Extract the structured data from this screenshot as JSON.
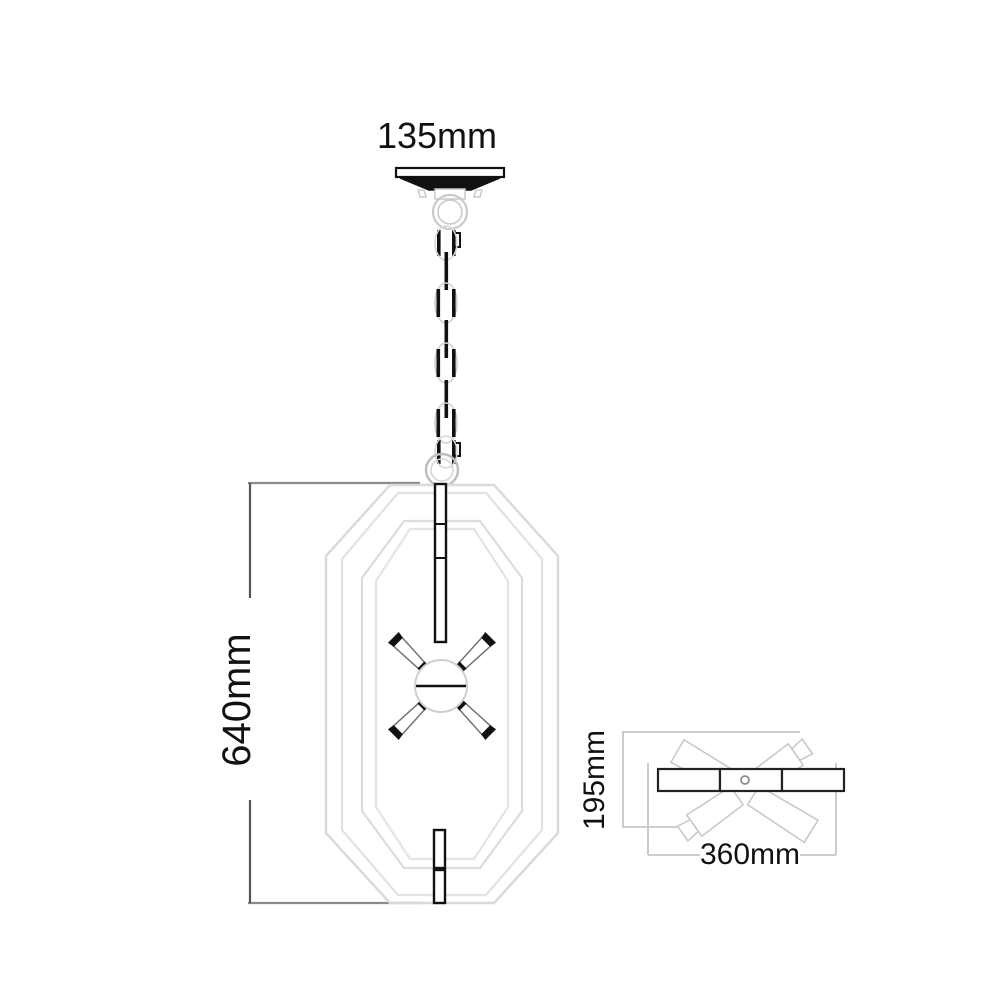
{
  "drawing": {
    "type": "technical-dimension-drawing",
    "subject": "octagonal-cage-pendant-light",
    "background_color": "#ffffff",
    "line_color_dark": "#111111",
    "line_color_mid": "#8a8a8a",
    "line_color_light": "#d0d0d0"
  },
  "dimensions": {
    "canopy_width": {
      "label": "135mm",
      "value": 135,
      "unit": "mm",
      "orientation": "horizontal",
      "applies_to": "ceiling-canopy-diameter"
    },
    "fixture_height": {
      "label": "640mm",
      "value": 640,
      "unit": "mm",
      "orientation": "vertical",
      "applies_to": "cage-body-height"
    },
    "detail_height": {
      "label": "195mm",
      "value": 195,
      "unit": "mm",
      "orientation": "vertical",
      "applies_to": "top-view-depth"
    },
    "detail_width": {
      "label": "360mm",
      "value": 360,
      "unit": "mm",
      "orientation": "horizontal",
      "applies_to": "top-view-width"
    }
  },
  "main_view": {
    "name": "front-elevation",
    "parts": [
      {
        "name": "ceiling-canopy",
        "shape": "flat-disc-with-tapered-cone"
      },
      {
        "name": "hanging-ring",
        "shape": "circle-loop"
      },
      {
        "name": "suspension-chain",
        "links": 5
      },
      {
        "name": "lower-ring",
        "shape": "circle-loop"
      },
      {
        "name": "center-rod",
        "shape": "vertical-tube"
      },
      {
        "name": "octagon-frame-outer",
        "shape": "elongated-octagon"
      },
      {
        "name": "octagon-frame-second",
        "shape": "elongated-octagon"
      },
      {
        "name": "octagon-frame-third",
        "shape": "elongated-octagon"
      },
      {
        "name": "octagon-frame-inner",
        "shape": "elongated-octagon"
      },
      {
        "name": "center-hub",
        "shape": "sphere-with-band"
      },
      {
        "name": "lamp-arms",
        "count": 4,
        "arrangement": "x-pattern"
      },
      {
        "name": "bottom-finial",
        "segments": 2
      }
    ]
  },
  "detail_view": {
    "name": "top-plan-view",
    "parts": [
      {
        "name": "horizontal-bar",
        "segments": 3
      },
      {
        "name": "center-mount-hole",
        "shape": "small-circle"
      },
      {
        "name": "diagonal-lamp-arms",
        "count": 4,
        "arrangement": "x-pattern"
      }
    ]
  }
}
